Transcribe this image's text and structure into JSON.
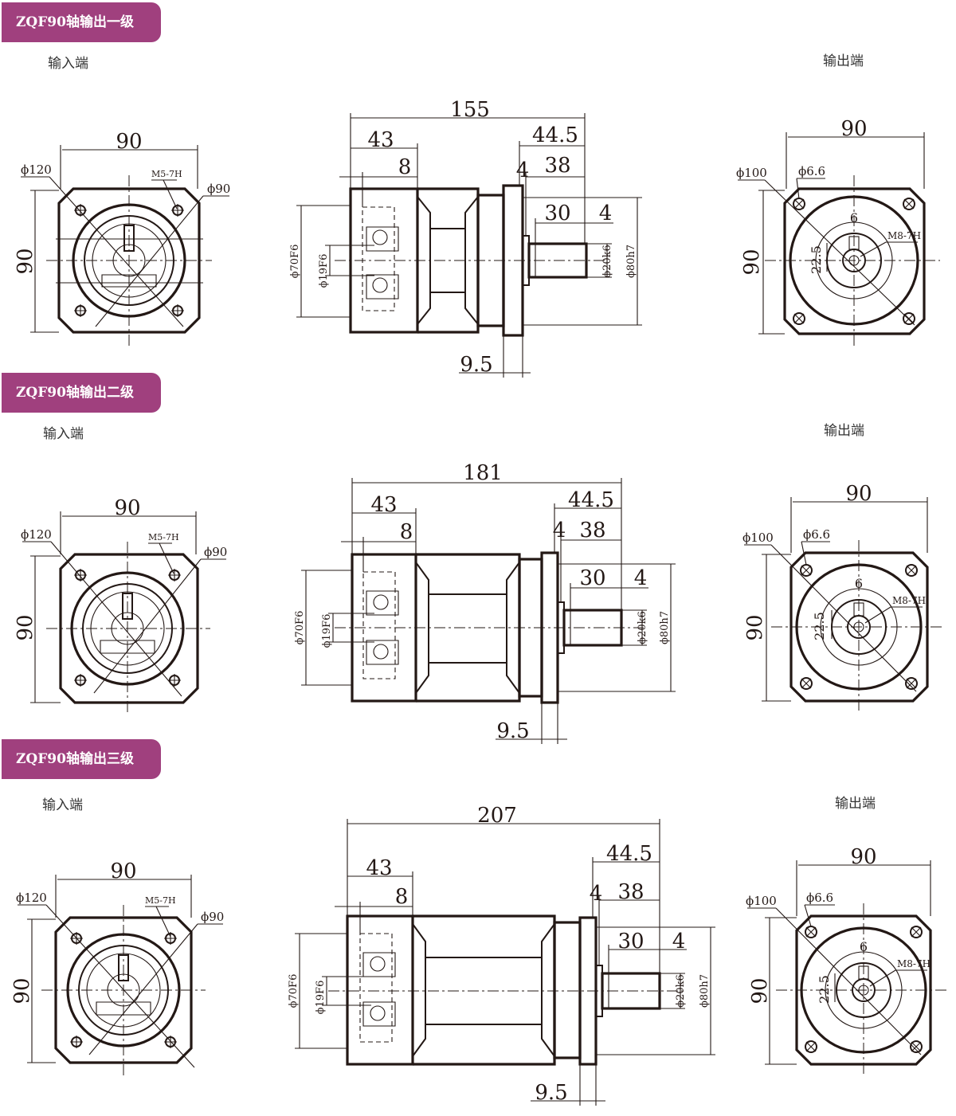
{
  "stages": [
    {
      "title": "ZQF90轴输出一级",
      "input_label": "输入端",
      "output_label": "输出端",
      "input_view": {
        "width": "90",
        "height": "90",
        "bolt_circle": "ϕ120",
        "pilot": "ϕ90",
        "thread": "M5-7H"
      },
      "side_view": {
        "total_length": "155",
        "input_length": "43",
        "input_flange": "8",
        "output_length": "44.5",
        "shaft_length": "38",
        "shoulder": "4",
        "key_length": "30",
        "key_end": "4",
        "flange_thickness": "9.5",
        "input_bore": "ϕ70F6",
        "input_shaft": "ϕ19F6",
        "output_shaft": "ϕ20k6",
        "output_pilot": "ϕ80h7"
      },
      "output_view": {
        "width": "90",
        "height": "90",
        "bolt_circle": "ϕ100",
        "hole": "ϕ6.6",
        "key_width": "6",
        "key_height": "22.5",
        "thread": "M8-7H"
      }
    },
    {
      "title": "ZQF90轴输出二级",
      "input_label": "输入端",
      "output_label": "输出端",
      "input_view": {
        "width": "90",
        "height": "90",
        "bolt_circle": "ϕ120",
        "pilot": "ϕ90",
        "thread": "M5-7H"
      },
      "side_view": {
        "total_length": "181",
        "input_length": "43",
        "input_flange": "8",
        "output_length": "44.5",
        "shaft_length": "38",
        "shoulder": "4",
        "key_length": "30",
        "key_end": "4",
        "flange_thickness": "9.5",
        "input_bore": "ϕ70F6",
        "input_shaft": "ϕ19F6",
        "output_shaft": "ϕ20k6",
        "output_pilot": "ϕ80h7"
      },
      "output_view": {
        "width": "90",
        "height": "90",
        "bolt_circle": "ϕ100",
        "hole": "ϕ6.6",
        "key_width": "6",
        "key_height": "22.5",
        "thread": "M8-7H"
      }
    },
    {
      "title": "ZQF90轴输出三级",
      "input_label": "输入端",
      "output_label": "输出端",
      "input_view": {
        "width": "90",
        "height": "90",
        "bolt_circle": "ϕ120",
        "pilot": "ϕ90",
        "thread": "M5-7H"
      },
      "side_view": {
        "total_length": "207",
        "input_length": "43",
        "input_flange": "8",
        "output_length": "44.5",
        "shaft_length": "38",
        "shoulder": "4",
        "key_length": "30",
        "key_end": "4",
        "flange_thickness": "9.5",
        "input_bore": "ϕ70F6",
        "input_shaft": "ϕ19F6",
        "output_shaft": "ϕ20k6",
        "output_pilot": "ϕ80h7"
      },
      "output_view": {
        "width": "90",
        "height": "90",
        "bolt_circle": "ϕ100",
        "hole": "ϕ6.6",
        "key_width": "6",
        "key_height": "22.5",
        "thread": "M8-7H"
      }
    }
  ]
}
